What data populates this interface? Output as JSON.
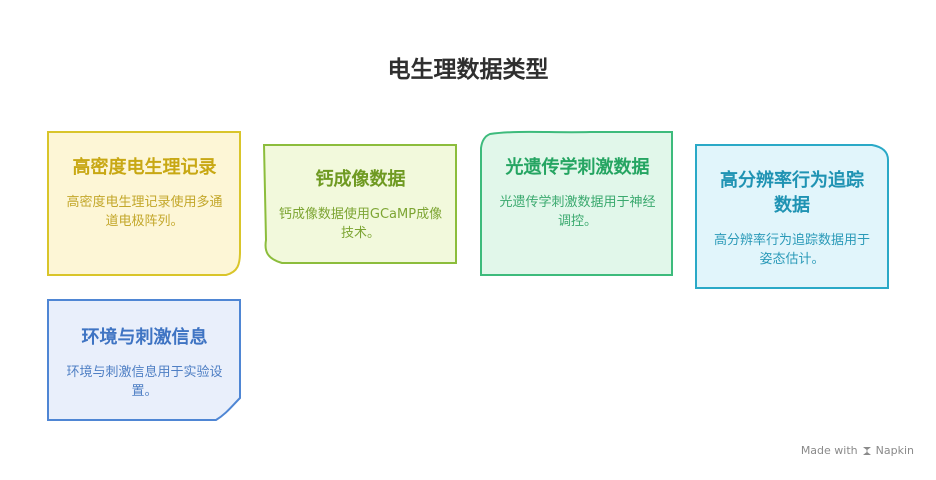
{
  "title": "电生理数据类型",
  "cards": [
    {
      "title": "高密度电生理记录",
      "desc": "高密度电生理记录使用多通道电极阵列。",
      "stroke": "#d9c52a",
      "fill": "#fdf6d6",
      "title_color": "#c8a814",
      "desc_color": "#c3a72a"
    },
    {
      "title": "钙成像数据",
      "desc": "钙成像数据使用GCaMP成像技术。",
      "stroke": "#8cbd3c",
      "fill": "#f2f9dc",
      "title_color": "#6f9a22",
      "desc_color": "#7da533"
    },
    {
      "title": "光遗传学刺激数据",
      "desc": "光遗传学刺激数据用于神经调控。",
      "stroke": "#3dbb7c",
      "fill": "#e1f7ea",
      "title_color": "#25a562",
      "desc_color": "#3aa96e"
    },
    {
      "title": "高分辨率行为追踪数据",
      "desc": "高分辨率行为追踪数据用于姿态估计。",
      "stroke": "#2aa9c7",
      "fill": "#e1f5fb",
      "title_color": "#1f93b3",
      "desc_color": "#2b9ab8"
    },
    {
      "title": "环境与刺激信息",
      "desc": "环境与刺激信息用于实验设置。",
      "stroke": "#4f86d4",
      "fill": "#e9effb",
      "title_color": "#3f74c3",
      "desc_color": "#4f7fc4"
    }
  ],
  "footer": {
    "made_with": "Made with",
    "brand": "Napkin"
  }
}
